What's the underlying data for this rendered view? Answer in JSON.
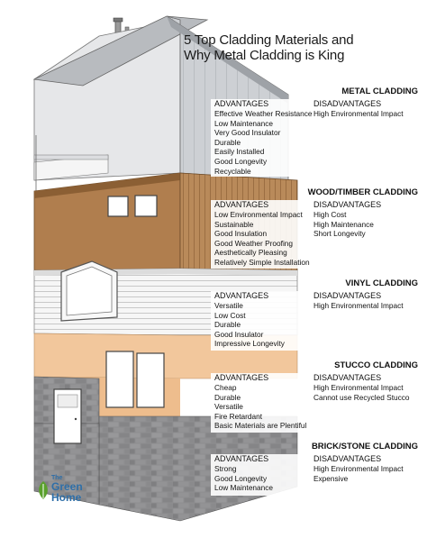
{
  "title": {
    "line1": "5 Top Cladding Materials and",
    "line2": "Why Metal Cladding is King"
  },
  "sections": [
    {
      "id": "metal",
      "heading": "METAL CLADDING",
      "advantages_label": "ADVANTAGES",
      "disadvantages_label": "DISADVANTAGES",
      "advantages": [
        "Effective Weather Resistance",
        "Low Maintenance",
        "Very Good Insulator",
        "Durable",
        "Easily Installed",
        "Good Longevity",
        "Recyclable"
      ],
      "disadvantages": [
        "High Environmental Impact"
      ]
    },
    {
      "id": "wood",
      "heading": "WOOD/TIMBER CLADDING",
      "advantages_label": "ADVANTAGES",
      "disadvantages_label": "DISADVANTAGES",
      "advantages": [
        "Low Environmental Impact",
        "Sustainable",
        "Good Insulation",
        "Good Weather Proofing",
        "Aesthetically Pleasing",
        "Relatively Simple Installation"
      ],
      "disadvantages": [
        "High Cost",
        "High Maintenance",
        "Short Longevity"
      ]
    },
    {
      "id": "vinyl",
      "heading": "VINYL CLADDING",
      "advantages_label": "ADVANTAGES",
      "disadvantages_label": "DISADVANTAGES",
      "advantages": [
        "Versatile",
        "Low Cost",
        "Durable",
        "Good Insulator",
        "Impressive Longevity"
      ],
      "disadvantages": [
        "High Environmental Impact"
      ]
    },
    {
      "id": "stucco",
      "heading": "STUCCO CLADDING",
      "advantages_label": "ADVANTAGES",
      "disadvantages_label": "DISADVANTAGES",
      "advantages": [
        "Cheap",
        "Durable",
        "Versatile",
        "Fire Retardant",
        "Basic Materials are Plentiful"
      ],
      "disadvantages": [
        "High Environmental Impact",
        "Cannot use Recycled Stucco"
      ]
    },
    {
      "id": "brick",
      "heading": "BRICK/STONE CLADDING",
      "advantages_label": "ADVANTAGES",
      "disadvantages_label": "DISADVANTAGES",
      "advantages": [
        "Strong",
        "Good Longevity",
        "Low Maintenance"
      ],
      "disadvantages": [
        "High Environmental Impact",
        "Expensive"
      ]
    }
  ],
  "logo": {
    "line1": "The",
    "line2": "Green",
    "line3": "Home"
  },
  "colors": {
    "metal": "#c9ccd0",
    "metal_dark": "#a9adb2",
    "wood": "#b98a5a",
    "wood_dark": "#9c7247",
    "vinyl": "#f4f4f4",
    "stucco": "#f2c79c",
    "stucco_dark": "#e8b684",
    "brick": "#8d8d8f",
    "brick_dark": "#6f6f72",
    "logo_blue": "#2f6fa8",
    "logo_green": "#5aa02c"
  }
}
